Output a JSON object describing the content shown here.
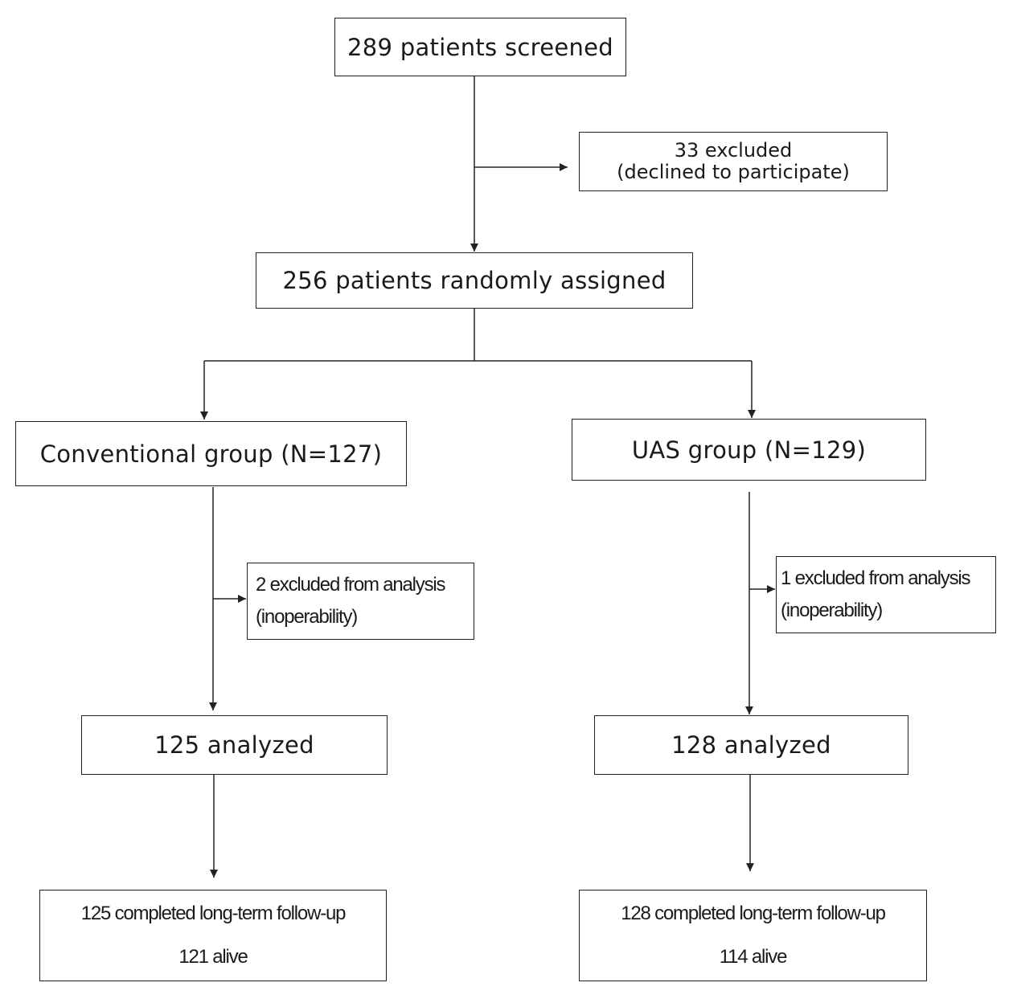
{
  "boxes": {
    "screened": "289 patients screened",
    "excluded_main_line1": "33 excluded",
    "excluded_main_line2": "(declined to participate)",
    "randomized": "256 patients randomly assigned",
    "conventional": "Conventional group (N=127)",
    "uas": "UAS group (N=129)",
    "conv_excluded_line1": "2 excluded from analysis",
    "conv_excluded_line2": "(inoperability)",
    "uas_excluded_line1": "1 excluded from analysis",
    "uas_excluded_line2": "(inoperability)",
    "conv_analyzed": "125 analyzed",
    "uas_analyzed": "128 analyzed",
    "conv_followup_line1": "125 completed long-term follow-up",
    "conv_followup_line2": "121 alive",
    "uas_followup_line1": "128 completed long-term follow-up",
    "uas_followup_line2": "114 alive"
  }
}
